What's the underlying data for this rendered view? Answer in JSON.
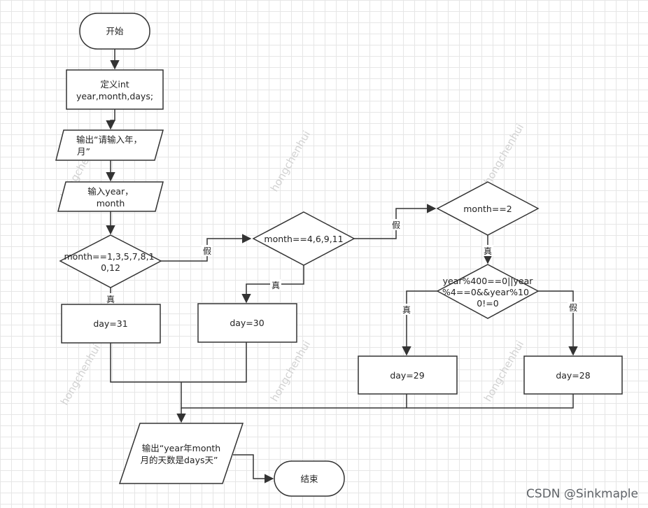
{
  "nodes": {
    "start": "开始",
    "declare": [
      "定义int",
      "year,month,days;"
    ],
    "prompt_output": [
      "输出“请输入年，",
      "月”"
    ],
    "input": [
      "输入year，",
      "month"
    ],
    "cond_31": [
      "month==1,3,5,7,8,1",
      "0,12"
    ],
    "cond_30": "month==4,6,9,11",
    "cond_feb": "month==2",
    "cond_leap": [
      "year%400==0||year",
      "%4==0&&year%10",
      "0!=0"
    ],
    "day31": "day=31",
    "day30": "day=30",
    "day29": "day=29",
    "day28": "day=28",
    "result_output": [
      "输出“year年month",
      "月的天数是days天”"
    ],
    "end": "结束"
  },
  "edges": {
    "yes": "真",
    "no": "假"
  },
  "watermark": "hongchenhui",
  "credit": "CSDN @Sinkmaple"
}
